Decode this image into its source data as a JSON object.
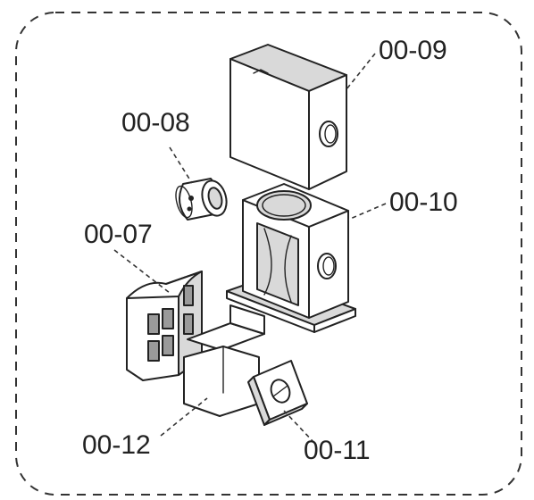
{
  "diagram": {
    "labels": {
      "part_07": "00-07",
      "part_08": "00-08",
      "part_09": "00-09",
      "part_10": "00-10",
      "part_11": "00-11",
      "part_12": "00-12"
    }
  }
}
